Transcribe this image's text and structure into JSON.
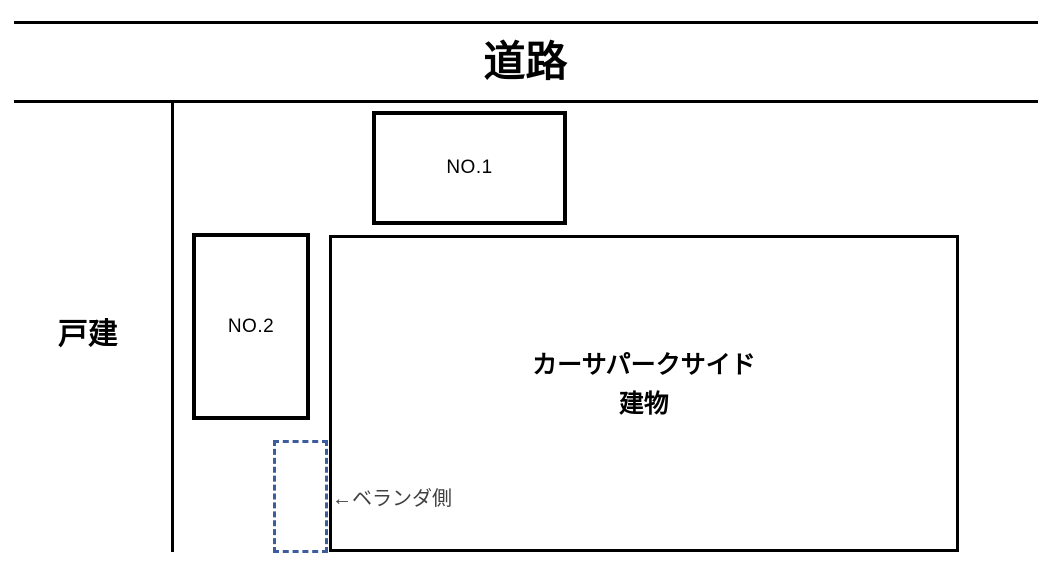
{
  "page": {
    "background": "#ffffff"
  },
  "diagram": {
    "road_label": "道路",
    "house_label": "戸建",
    "parking_spaces": [
      {
        "label": "NO.1"
      },
      {
        "label": "NO.2"
      }
    ],
    "building": {
      "name": "カーサパークサイド",
      "type_label": "建物"
    },
    "veranda_label": "←ベランダ側",
    "colors": {
      "line": "#000000",
      "dashed-box": "#3D5C9C",
      "veranda-text": "#404040"
    }
  }
}
